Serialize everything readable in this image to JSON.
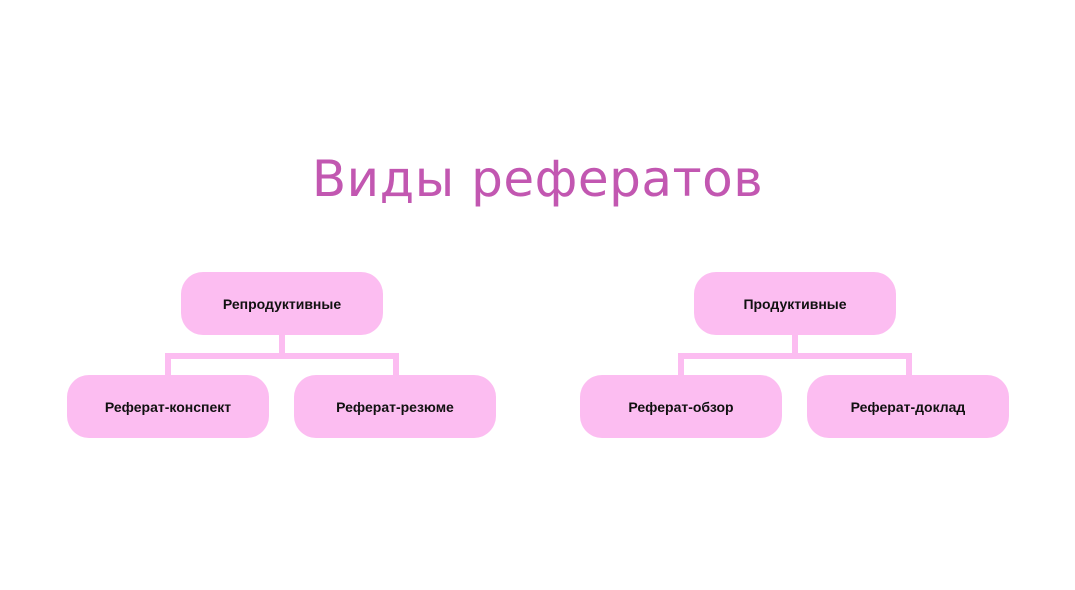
{
  "title": "Виды рефератов",
  "groups": [
    {
      "label": "Репродуктивные",
      "children": [
        "Реферат-конспект",
        "Реферат-резюме"
      ]
    },
    {
      "label": "Продуктивные",
      "children": [
        "Реферат-обзор",
        "Реферат-доклад"
      ]
    }
  ],
  "colors": {
    "title": "#c257b1",
    "box": "#fcbdf1"
  }
}
